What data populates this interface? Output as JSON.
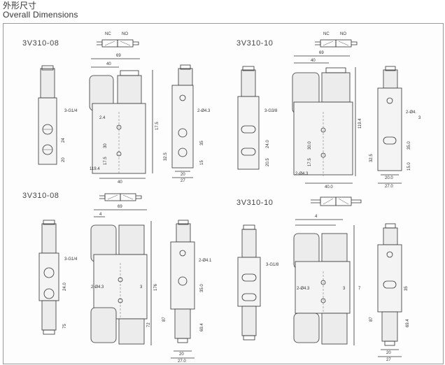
{
  "header": {
    "title_cn": "外形尺寸",
    "title_en": "Overall Dimensions"
  },
  "diagrams": [
    {
      "model": "3V310-08",
      "symbol": [
        "NC",
        "NO"
      ],
      "dims": [
        "69",
        "40",
        "3-G1/4",
        "24",
        "20",
        "2.4",
        "30",
        "17.5",
        "119.4",
        "2-Ø4.3",
        "35",
        "32.5",
        "15",
        "20",
        "27",
        "40"
      ]
    },
    {
      "model": "3V310-10",
      "symbol": [
        "NC",
        "NO"
      ],
      "dims": [
        "69",
        "40",
        "3-G3/8",
        "24.0",
        "20.5",
        "30.0",
        "17.5",
        "119.4",
        "2-Ø4.3",
        "2-Ø4.",
        "3",
        "35.0",
        "32.5",
        "15.0",
        "20.0",
        "27.0",
        "40.0"
      ]
    },
    {
      "model": "3V310-08",
      "dims": [
        "69",
        "4",
        "3-G1/4",
        "24.0",
        "75",
        "2-Ø4.3",
        "3",
        "176",
        "72",
        "2-Ø4.1",
        "35.0",
        "87",
        "69.4",
        "20",
        "27.0"
      ]
    },
    {
      "model": "3V310-10",
      "dims": [
        "4",
        "3-G1/8",
        "2-Ø4.3",
        "3",
        "7",
        "35",
        "87",
        "69.4",
        "20",
        "27"
      ]
    }
  ]
}
